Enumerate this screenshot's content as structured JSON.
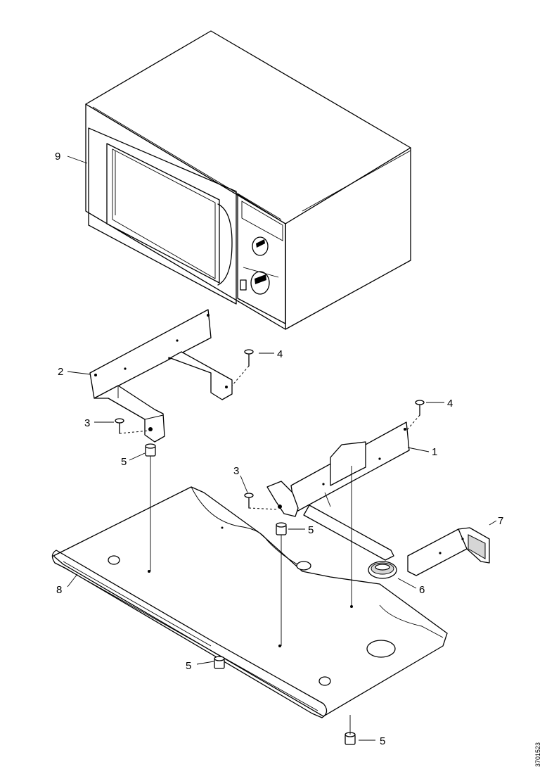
{
  "diagram": {
    "callouts": {
      "p1": "1",
      "p2": "2",
      "p3a": "3",
      "p3b": "3",
      "p4a": "4",
      "p4b": "4",
      "p5a": "5",
      "p5b": "5",
      "p5c": "5",
      "p5d": "5",
      "p6": "6",
      "p7": "7",
      "p8": "8",
      "p9": "9"
    },
    "reference_code": "3701523"
  }
}
